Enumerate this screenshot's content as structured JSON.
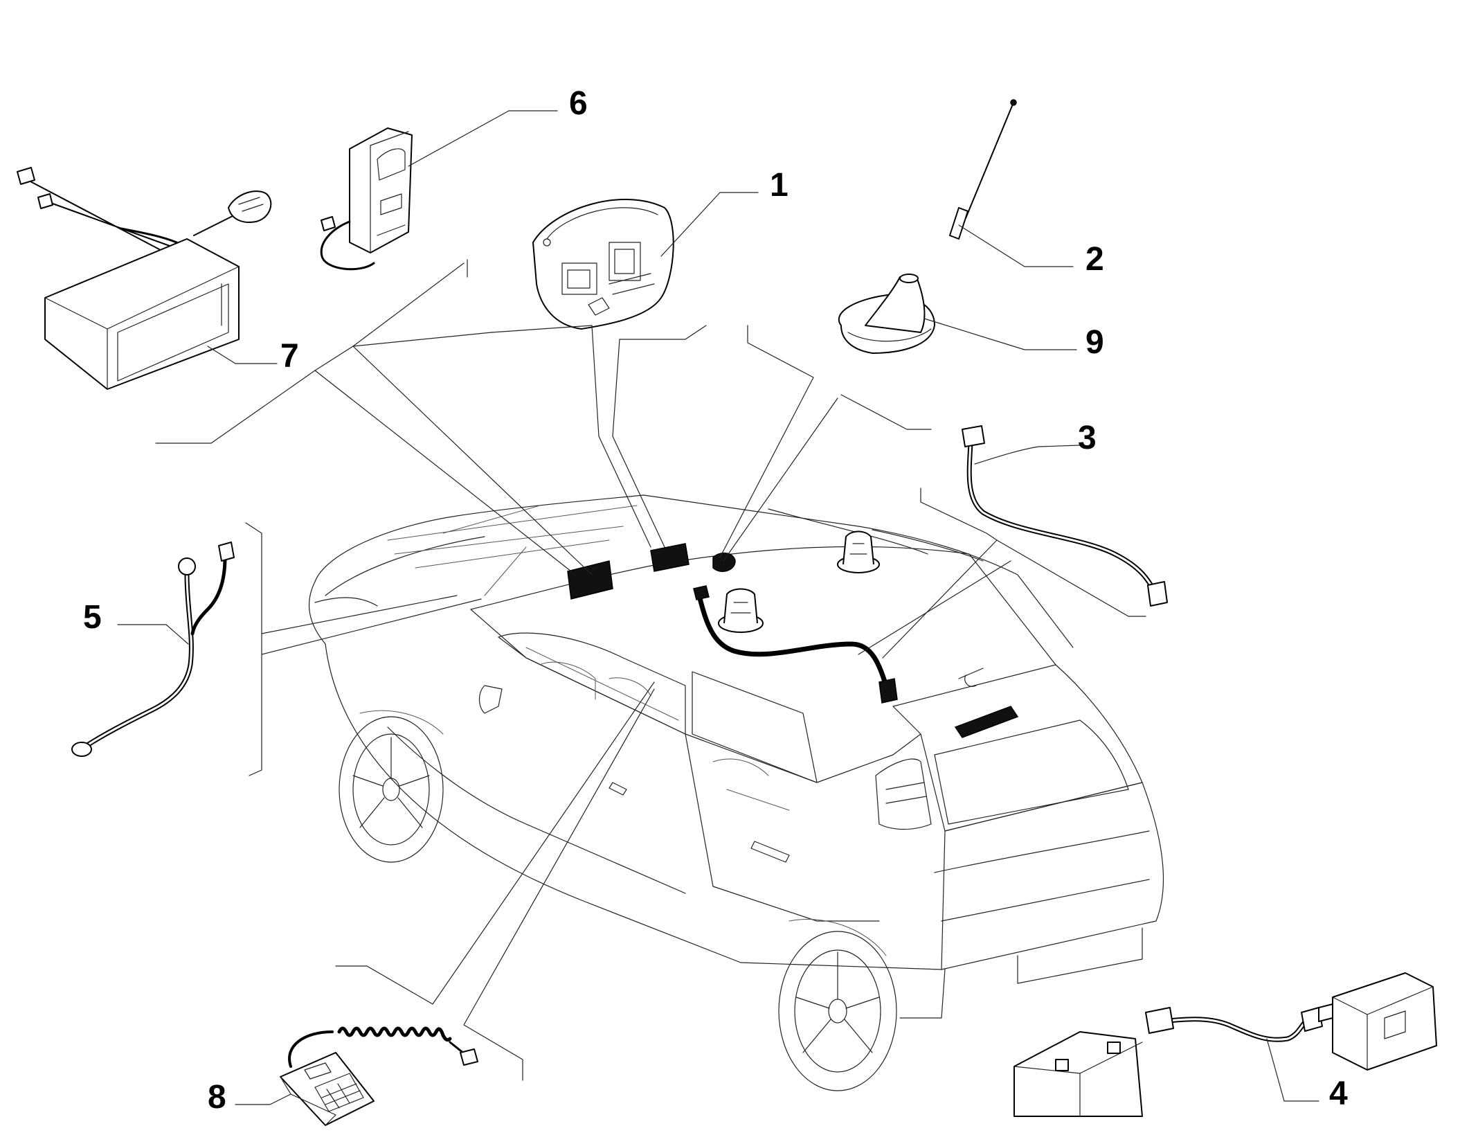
{
  "callouts": [
    {
      "id": "1"
    },
    {
      "id": "2"
    },
    {
      "id": "3"
    },
    {
      "id": "4"
    },
    {
      "id": "5"
    },
    {
      "id": "6"
    },
    {
      "id": "7"
    },
    {
      "id": "8"
    },
    {
      "id": "9"
    }
  ]
}
